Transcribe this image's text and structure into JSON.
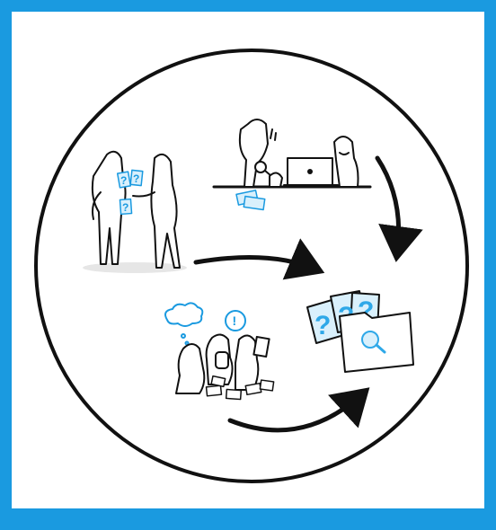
{
  "diagram": {
    "frame_color": "#1a9ae0",
    "accent_color": "#2ea8e8",
    "ink_color": "#111111",
    "scenes": [
      {
        "id": "scene-sharing-cards",
        "icon": "two-people-sharing-question-cards"
      },
      {
        "id": "scene-desk-research",
        "icon": "people-at-desk-with-laptop-and-magnifier"
      },
      {
        "id": "scene-group-sorting",
        "icon": "group-sorting-cards-on-floor"
      },
      {
        "id": "scene-insight-folder",
        "icon": "folder-with-question-cards-and-search"
      }
    ],
    "arrows": [
      {
        "from": "scene-desk-research",
        "to": "scene-insight-folder"
      },
      {
        "from": "scene-sharing-cards",
        "to": "scene-insight-folder"
      },
      {
        "from": "scene-group-sorting",
        "to": "scene-insight-folder"
      }
    ],
    "glyphs": {
      "question": "?",
      "exclamation": "!"
    }
  }
}
